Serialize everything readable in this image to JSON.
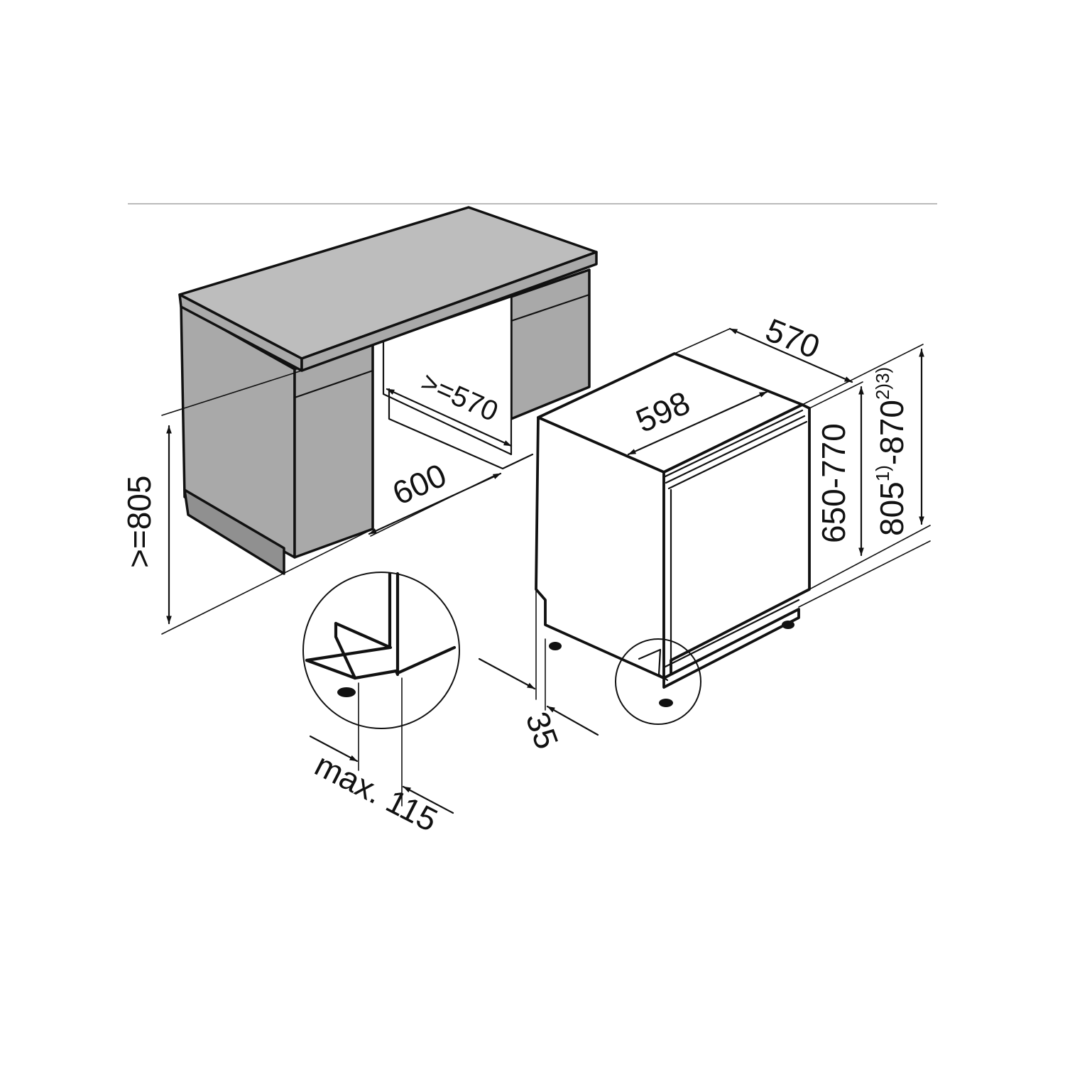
{
  "diagram": {
    "labels": {
      "min_height": ">=805",
      "niche_width": "600",
      "niche_depth": ">=570",
      "appliance_width": "598",
      "appliance_depth": "570",
      "appliance_height": "650-770",
      "total_height_a": "805",
      "total_height_a_note": "1)",
      "total_height_b": "-870",
      "total_height_b_note": "2)3)",
      "door_offset": "35",
      "detail_max": "max. 115"
    }
  }
}
